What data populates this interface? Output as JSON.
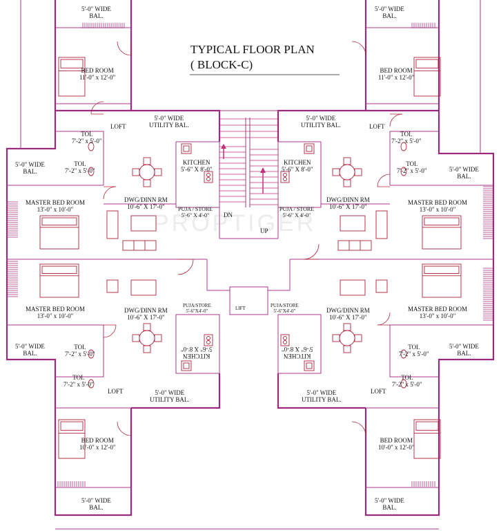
{
  "title": "TYPICAL FLOOR PLAN",
  "subtitle": "( BLOCK-C)",
  "watermark": "PROPTIGER",
  "colors": {
    "wall": "#9b2a7c",
    "furniture": "#b0223a",
    "text": "#111111"
  },
  "rooms": {
    "balcony_top_left": "5'-0\" WIDE\nBAL.",
    "balcony_top_right": "5'-0\" WIDE\nBAL.",
    "bedroom_top_left": "BED ROOM\n11'-0\" x 12'-0\"",
    "bedroom_top_right": "BED ROOM\n11'-0\" x 12'-0\"",
    "utility_top_left": "5'-0\" WIDE\nUTILITY BAL.",
    "utility_top_right": "5'-0\" WIDE\nUTILITY BAL.",
    "loft_tl": "LOFT",
    "loft_tr": "LOFT",
    "loft_bl": "LOFT",
    "loft_br": "LOFT",
    "toilet_tl_1": "TOI.\n7'-2\" x 5'-0\"",
    "toilet_tl_2": "TOI.\n7'-2\" x 5'-0\"",
    "toilet_tr_1": "TOI.\n7'-2\" x 5'-0\"",
    "toilet_tr_2": "TOI.\n7'-2\" x 5'-0\"",
    "kitchen_tl": "KITCHEN\n5'-6\" X 8'-0\"",
    "kitchen_tr": "KITCHEN\n5'-6\" X 8'-0\"",
    "balcony_left_upper": "5'-0\" WIDE\nBAL.",
    "balcony_right_upper": "5'-0\" WIDE\nBAL.",
    "master_tl": "MASTER BED ROOM\n13'-0\" x 10'-0\"",
    "master_tr": "MASTER BED ROOM\n13'-0\" x 10'-0\"",
    "dining_tl": "DWG/DINN  RM\n10'-6\" X 17'-0\"",
    "dining_tr": "DWG/DINN  RM\n10'-6\" X 17'-0\"",
    "puja_tl": "PUJA / STORE\n5'-6\" X 4'-0\"",
    "puja_tr": "PUJA / STORE\n5'-6\" X 4'-0\"",
    "dn": "DN",
    "up": "UP",
    "lift": "LIFT",
    "master_bl": "MASTER BED ROOM\n13'-0\" x 10'-0\"",
    "master_br": "MASTER BED ROOM\n13'-0\" x 10'-0\"",
    "dining_bl": "DWG/DINN  RM\n10'-6\" X 17'-0\"",
    "dining_br": "DWG/DINN  RM\n10'-6\" X 17'-0\"",
    "puja_bl": "PUJA/STORE\n5'-6\"X4'-0\"",
    "puja_br": "PUJA/STORE\n5'-6\"X4'-0\"",
    "kitchen_bl": "KITCHEN\n5'-6\" X 8'-0\"",
    "kitchen_br": "KITCHEN\n5'-6\" X 8'-0\"",
    "balcony_left_lower": "5'-0\" WIDE\nBAL.",
    "balcony_right_lower": "5'-0\" WIDE\nBAL.",
    "toilet_bl_1": "TOI.\n7'-2\" x 5'-0\"",
    "toilet_bl_2": "TOI.\n7'-2\" x 5'-0\"",
    "toilet_br_1": "TOI.\n7'-2\" x 5'-0\"",
    "toilet_br_2": "TOI.\n7'-2\" x 5'-0\"",
    "utility_bottom_left": "5'-0\" WIDE\nUTILITY BAL.",
    "utility_bottom_right": "5'-0\" WIDE\nUTILITY BAL.",
    "bedroom_bottom_left": "BED ROOM\n10'-0\" x 12'-0\"",
    "bedroom_bottom_right": "BED ROOM\n10'-0\" x 12'-0\"",
    "balcony_bottom_left": "5'-0\" WIDE\nBAL.",
    "balcony_bottom_right": "5'-0\" WIDE\nBAL."
  }
}
